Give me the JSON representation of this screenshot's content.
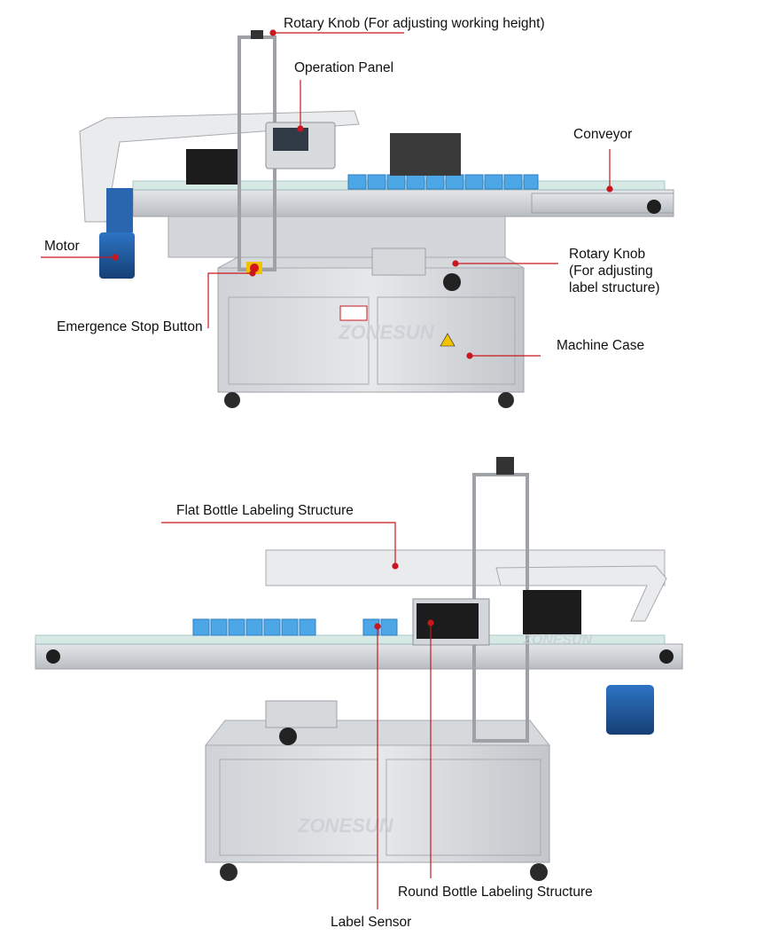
{
  "watermark": "ZONESUN",
  "figure_top": {
    "labels": {
      "rotary_knob_height": "Rotary Knob (For adjusting working height)",
      "operation_panel": "Operation Panel",
      "conveyor": "Conveyor",
      "motor": "Motor",
      "rotary_knob_label": "Rotary Knob\n(For adjusting\nlabel structure)",
      "emergency_stop": "Emergence Stop Button",
      "machine_case": "Machine Case"
    }
  },
  "figure_bottom": {
    "labels": {
      "flat_bottle": "Flat Bottle Labeling Structure",
      "round_bottle": "Round Bottle Labeling Structure",
      "label_sensor": "Label Sensor"
    }
  },
  "colors": {
    "steel": "#c4c7cb",
    "steel_dark": "#8e9297",
    "callout": "#c8171e",
    "motor_blue": "#1f5fa8",
    "label_blue": "#4da6e6"
  }
}
